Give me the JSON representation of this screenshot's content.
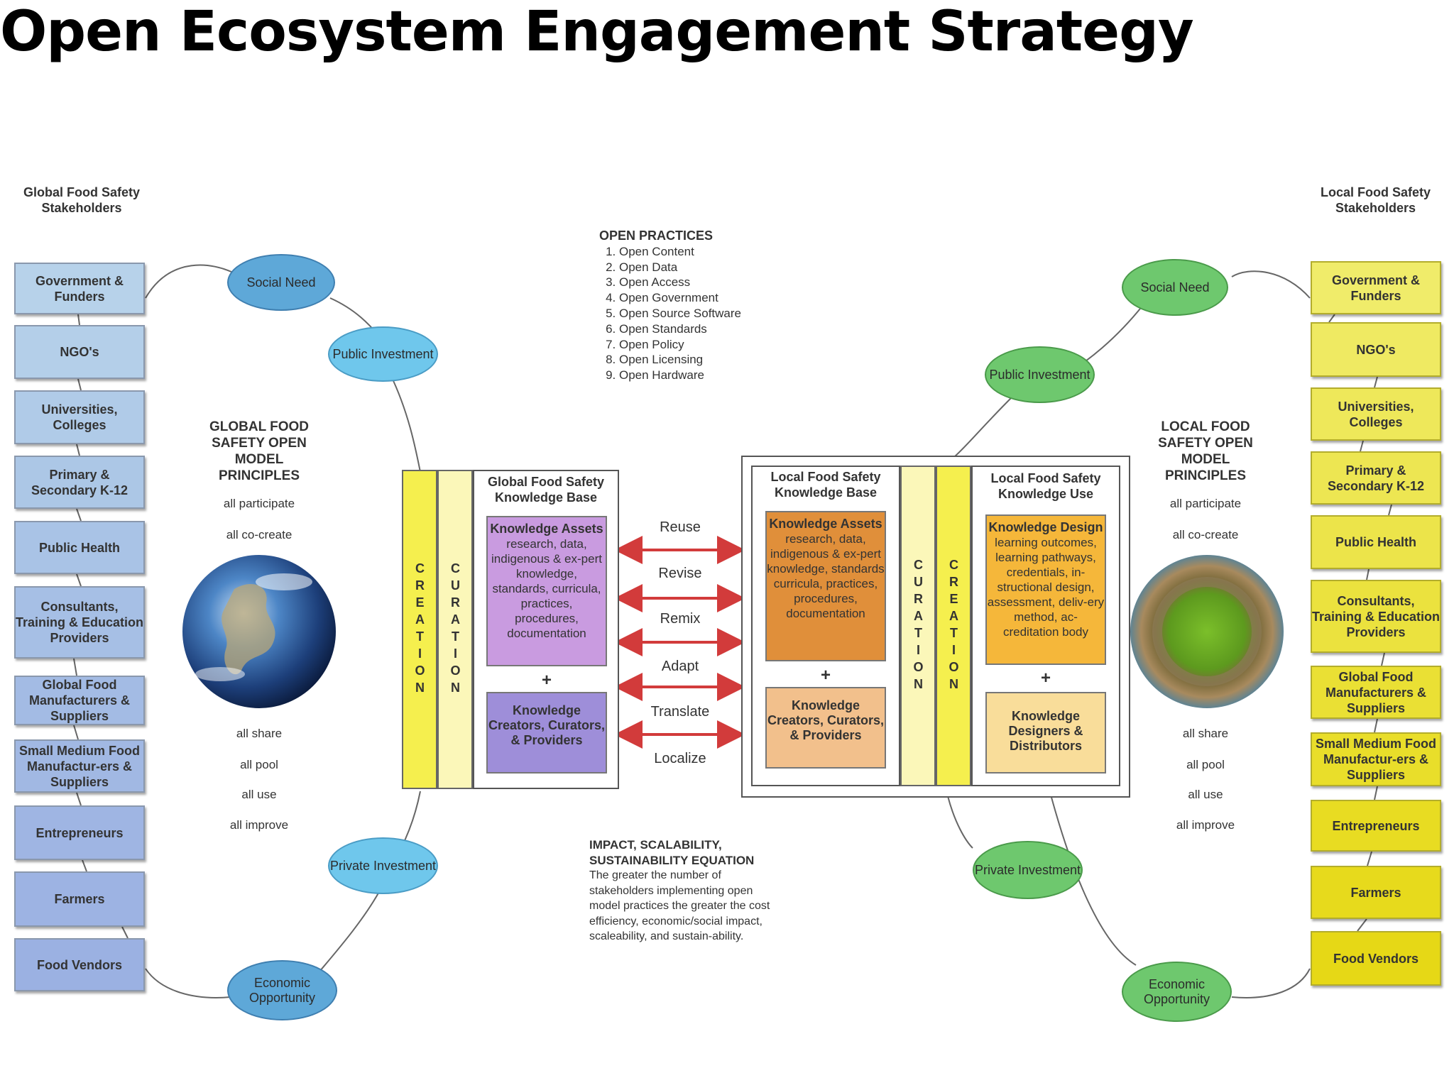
{
  "title": "Open Ecosystem Engagement Strategy",
  "global_side": {
    "heading": "Global Food Safety Stakeholders",
    "stakeholders": [
      "Government & Funders",
      "NGO's",
      "Universities, Colleges",
      "Primary & Secondary K-12",
      "Public Health",
      "Consultants, Training & Education Providers",
      "Global Food Manufacturers & Suppliers",
      "Small Medium Food Manufactur-ers & Suppliers",
      "Entrepreneurs",
      "Farmers",
      "Food Vendors"
    ],
    "ovals": {
      "social_need": "Social Need",
      "public_investment": "Public Investment",
      "private_investment": "Private Investment",
      "economic_opportunity": "Economic Opportunity"
    },
    "principles": {
      "heading": "GLOBAL FOOD SAFETY OPEN MODEL PRINCIPLES",
      "participate": "all participate",
      "cocreate": "all co-create",
      "share": "all share",
      "pool": "all pool",
      "use": "all use",
      "improve": "all improve"
    },
    "color": "#b7d2ea"
  },
  "local_side": {
    "heading": "Local Food Safety Stakeholders",
    "stakeholders": [
      "Government & Funders",
      "NGO's",
      "Universities, Colleges",
      "Primary & Secondary K-12",
      "Public Health",
      "Consultants, Training & Education Providers",
      "Global Food Manufacturers & Suppliers",
      "Small Medium Food Manufactur-ers & Suppliers",
      "Entrepreneurs",
      "Farmers",
      "Food Vendors"
    ],
    "ovals": {
      "social_need": "Social Need",
      "public_investment": "Public Investment",
      "private_investment": "Private Investment",
      "economic_opportunity": "Economic Opportunity"
    },
    "principles": {
      "heading": "LOCAL FOOD SAFETY OPEN MODEL PRINCIPLES",
      "participate": "all participate",
      "cocreate": "all co-create",
      "share": "all share",
      "pool": "all pool",
      "use": "all use",
      "improve": "all improve"
    },
    "color": "#f0ec6a"
  },
  "open_practices": {
    "heading": "OPEN PRACTICES",
    "items": [
      "Open Content",
      "Open Data",
      "Open Access",
      "Open Government",
      "Open Source Software",
      "Open Standards",
      "Open Policy",
      "Open Licensing",
      "Open Hardware"
    ]
  },
  "global_kb": {
    "bar_creation": "CREATION",
    "bar_curation": "CURATION",
    "heading": "Global Food Safety Knowledge Base",
    "assets_title": "Knowledge Assets",
    "assets_text": "research, data, indigenous & ex-pert knowledge, standards, curricula, practices, procedures, documentation",
    "plus": "+",
    "creators": "Knowledge Creators, Curators, & Providers"
  },
  "verbs": [
    "Reuse",
    "Revise",
    "Remix",
    "Adapt",
    "Translate",
    "Localize"
  ],
  "local_kb": {
    "heading": "Local Food Safety Knowledge Base",
    "assets_title": "Knowledge Assets",
    "assets_text": "research, data, indigenous & ex-pert knowledge, standards curricula, practices, procedures, documentation",
    "plus": "+",
    "creators": "Knowledge Creators, Curators, & Providers",
    "bar_curation": "CURATION",
    "bar_creation": "CREATION"
  },
  "local_use": {
    "heading": "Local Food Safety Knowledge Use",
    "design_title": "Knowledge Design",
    "design_text": "learning outcomes, learning pathways, credentials, in-structional design, assessment, deliv-ery method, ac-creditation body",
    "plus": "+",
    "designers": "Knowledge Designers & Distributors"
  },
  "impact": {
    "heading": "IMPACT, SCALABILITY, SUSTAINABILITY EQUATION",
    "text": "The greater the number of stakeholders implementing open model practices the greater the cost efficiency, economic/social impact, scaleability, and sustain-ability."
  }
}
